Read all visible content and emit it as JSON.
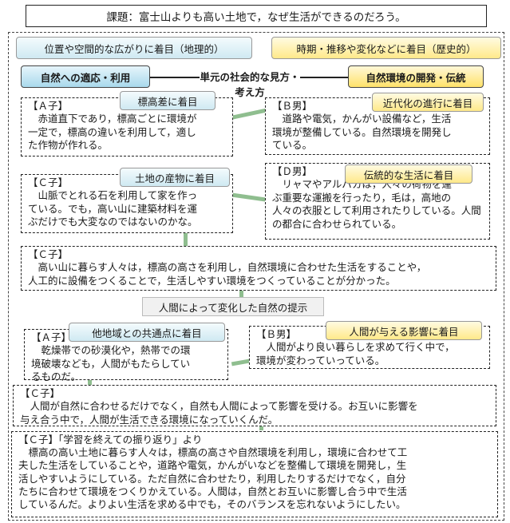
{
  "title": "課題：富士山よりも高い土地で，なぜ生活ができるのだろう。",
  "headings": {
    "geo": "位置や空間的な広がりに着目（地理的）",
    "hist": "時期・推移や変化などに着目（歴史的）",
    "adapt": "自然への適応・利用",
    "center": "単元の社会的な見方・考え方",
    "develop": "自然環境の開発・伝統"
  },
  "cards": [
    {
      "tag": "標高差に着目",
      "speaker": "【Ａ子】",
      "text": "　赤道直下であり，標高ごとに環境が\n一定で，標高の違いを利用して，適し\nた作物が作れる。"
    },
    {
      "tag": "近代化の進行に着目",
      "speaker": "【Ｂ男】",
      "text": "　道路や電気，かんがい設備など，生活\n環境が整備している。自然環境を開発し\nている。"
    },
    {
      "tag": "土地の産物に着目",
      "speaker": "【Ｃ子】",
      "text": "　山脈でとれる石を利用して家を作っ\nている。でも，高い山に建築材料を運\nぶだけでも大変なのではないのかな。"
    },
    {
      "tag": "伝統的な生活に着目",
      "speaker": "【Ｄ男】",
      "text": "　リャマやアルパカは，人々の荷物を運\nぶ重要な運搬を行ったり，毛は，高地の\n人々の衣服として利用されたりしている。人間の都合に合わせられている。"
    }
  ],
  "summary1": {
    "speaker": "【Ｃ子】",
    "text": "　高い山に暮らす人々は，標高の高さを利用し，自然環境に合わせた生活をすることや，\n人工的に設備をつくることで，生活しやすい環境をつくっていることが分かった。"
  },
  "prompt": "人間によって変化した自然の提示",
  "cards2": [
    {
      "tag": "他地域との共通点に着目",
      "speaker": "【Ａ子】",
      "text": "　乾燥帯での砂漠化や，熱帯での環\n境破壊なども，人間がもたらしてい\nるものだ。"
    },
    {
      "tag": "人間が与える影響に着目",
      "speaker": "【Ｂ男】",
      "text": "　人間がより良い暮らしを求めて行く中で，\n環境が変わっていっている。"
    }
  ],
  "summary2": {
    "speaker": "【Ｃ子】",
    "text": "　人間が自然に合わせるだけでなく，自然も人間によって影響を受ける。お互いに影響を\n与え合う中で，人間が生活できる環境になっていくんだ。"
  },
  "reflection": {
    "header": "【Ｃ子】「学習を終えての振り返り」より",
    "text": "　標高の高い土地に暮らす人々は，標高の高さや自然環境を利用し，環境に合わせて工\n夫した生活をしていることや，道路や電気，かんがいなどを整備して環境を開発し，生\n活しやすいようにしている。ただ自然に合わせたり，利用したりするだけでなく，自分\nたちに合わせて環境をつくりかえている。人間は，自然とお互いに影響し合う中で生活\nしているんだ。よりよい生活を求める中でも，そのバランスを忘れないようにしたい。"
  },
  "colors": {
    "connector": "#6aa86a",
    "blue_tag": "#cfe9f2",
    "yellow_tag": "#ffe98a"
  }
}
